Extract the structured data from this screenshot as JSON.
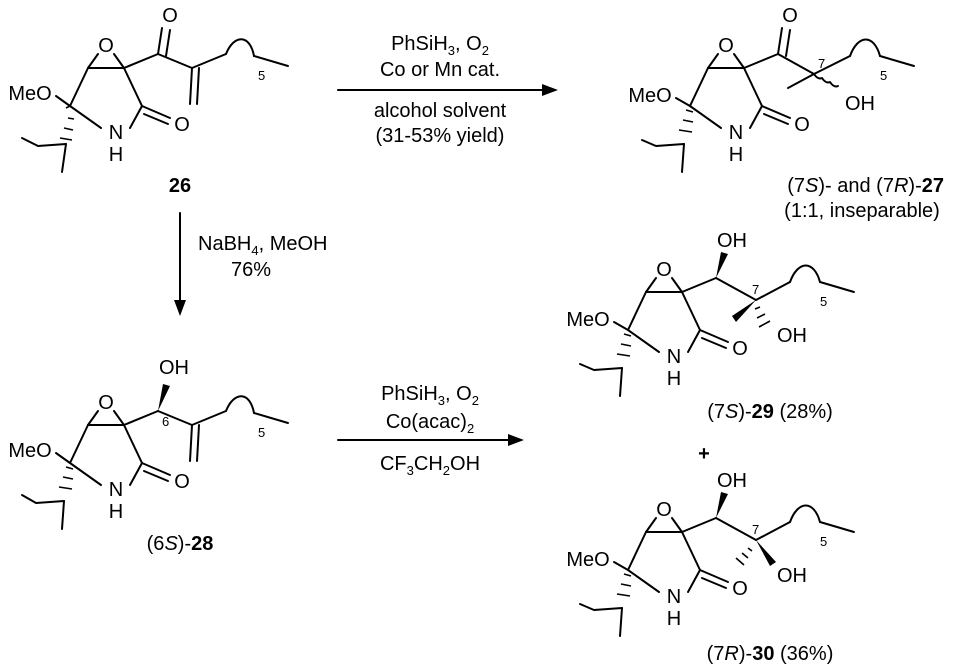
{
  "atoms": {
    "O": "O",
    "OH": "OH",
    "N": "N",
    "H": "H",
    "MeO": "MeO",
    "ring_index": "5"
  },
  "compounds": {
    "c26": {
      "number": "26"
    },
    "c27": {
      "prefix": "(7",
      "stereo_s": "S",
      "mid": ")- and (7",
      "stereo_r": "R",
      "dash": ")-",
      "number": "27",
      "note": "(1:1, inseparable)",
      "locant": "7"
    },
    "c28": {
      "prefix": "(6",
      "stereo": "S",
      "dash": ")-",
      "number": "28",
      "locant": "6"
    },
    "c29": {
      "prefix": "(7",
      "stereo": "S",
      "dash": ")-",
      "number": "29",
      "yield": " (28%)",
      "locant": "7"
    },
    "c30": {
      "prefix": "(7",
      "stereo": "R",
      "dash": ")-",
      "number": "30",
      "yield": " (36%)",
      "locant": "7"
    }
  },
  "plus": "+",
  "reactions": {
    "r1": {
      "line1": [
        "PhSiH",
        "3",
        ", O",
        "2"
      ],
      "line2": "Co or Mn cat.",
      "line3": "alcohol solvent",
      "line4": "(31-53% yield)"
    },
    "r2": {
      "line1": [
        "NaBH",
        "4",
        ", MeOH"
      ],
      "line2": "76%"
    },
    "r3": {
      "line1": [
        "PhSiH",
        "3",
        ", O",
        "2"
      ],
      "line2": [
        "Co(acac)",
        "2"
      ],
      "line3": [
        "CF",
        "3",
        "CH",
        "2",
        "OH"
      ]
    }
  }
}
